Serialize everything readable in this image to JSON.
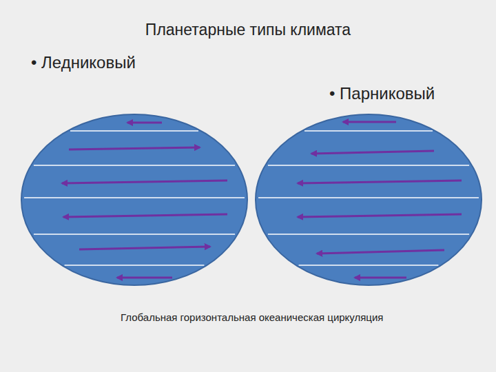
{
  "diagram": {
    "title": "Планетарные типы климата",
    "caption": "Глобальная горизонтальная океаническая циркуляция",
    "nodes": [
      {
        "text": [
          "• Ледниковый"
        ]
      },
      {
        "text": [
          "• Парниковый"
        ]
      }
    ]
  }
}
